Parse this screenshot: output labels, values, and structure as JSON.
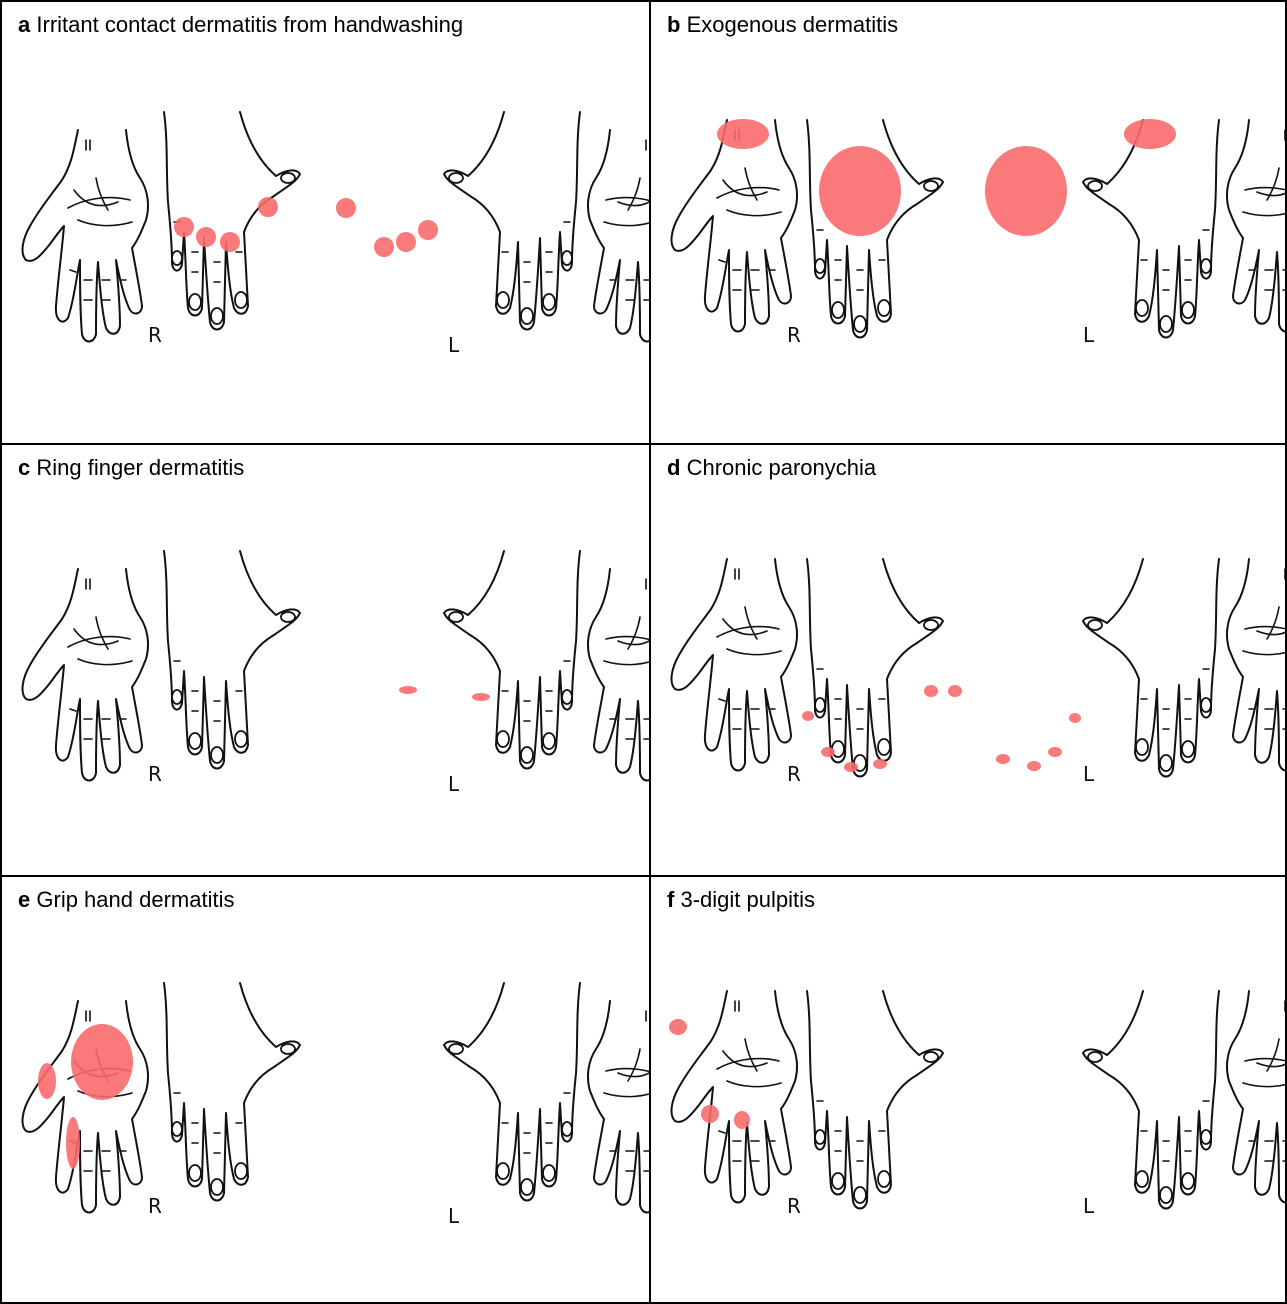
{
  "panels": [
    {
      "id": "a",
      "letter": "a",
      "title": "Irritant contact dermatitis  from handwashing",
      "right_label": "R",
      "left_label": "L"
    },
    {
      "id": "b",
      "letter": "b",
      "title": "Exogenous dermatitis",
      "right_label": "R",
      "left_label": "L"
    },
    {
      "id": "c",
      "letter": "c",
      "title": "Ring finger dermatitis",
      "right_label": "R",
      "left_label": "L"
    },
    {
      "id": "d",
      "letter": "d",
      "title": "Chronic paronychia",
      "right_label": "R",
      "left_label": "L"
    },
    {
      "id": "e",
      "letter": "e",
      "title": "Grip hand dermatitis",
      "right_label": "R",
      "left_label": "L"
    },
    {
      "id": "f",
      "letter": "f",
      "title": "3-digit pulpitis",
      "right_label": "R",
      "left_label": "L"
    }
  ],
  "colors": {
    "lesion": "#f96a6d",
    "line": "#111111",
    "border": "#000000"
  }
}
